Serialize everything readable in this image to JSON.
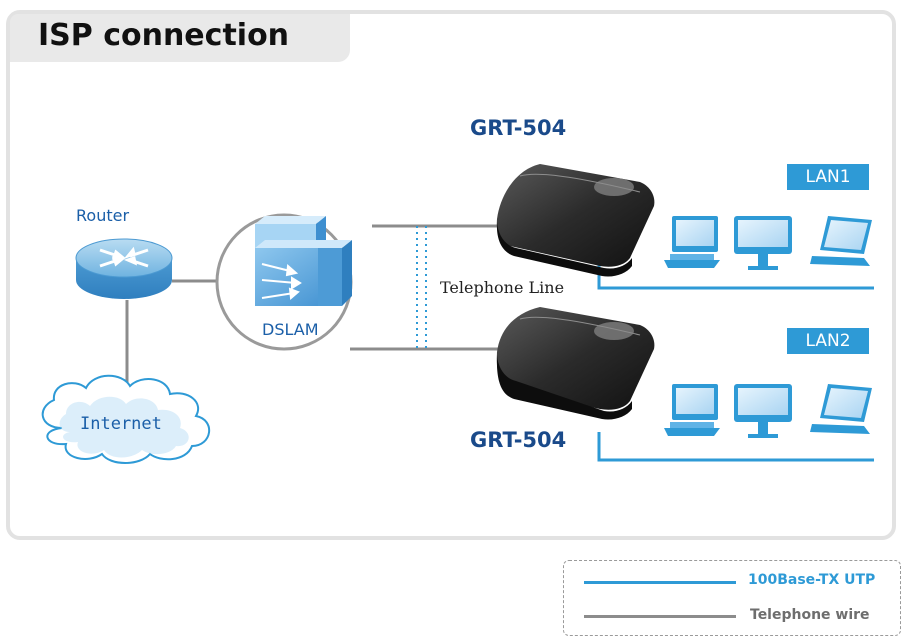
{
  "title": "ISP connection",
  "nodes": {
    "router": "Router",
    "internet": "Internet",
    "dslam": "DSLAM",
    "telephone_line": "Telephone Line",
    "model_top": "GRT-504",
    "model_bottom": "GRT-504",
    "lan1": "LAN1",
    "lan2": "LAN2"
  },
  "legend": {
    "utp_label": "100Base-TX UTP",
    "tel_label": "Telephone wire"
  },
  "colors": {
    "utp": "#2e9ad6",
    "telephone": "#8c8c8c",
    "utp_text": "#2e9ad6",
    "tel_text": "#6e6e6e"
  }
}
